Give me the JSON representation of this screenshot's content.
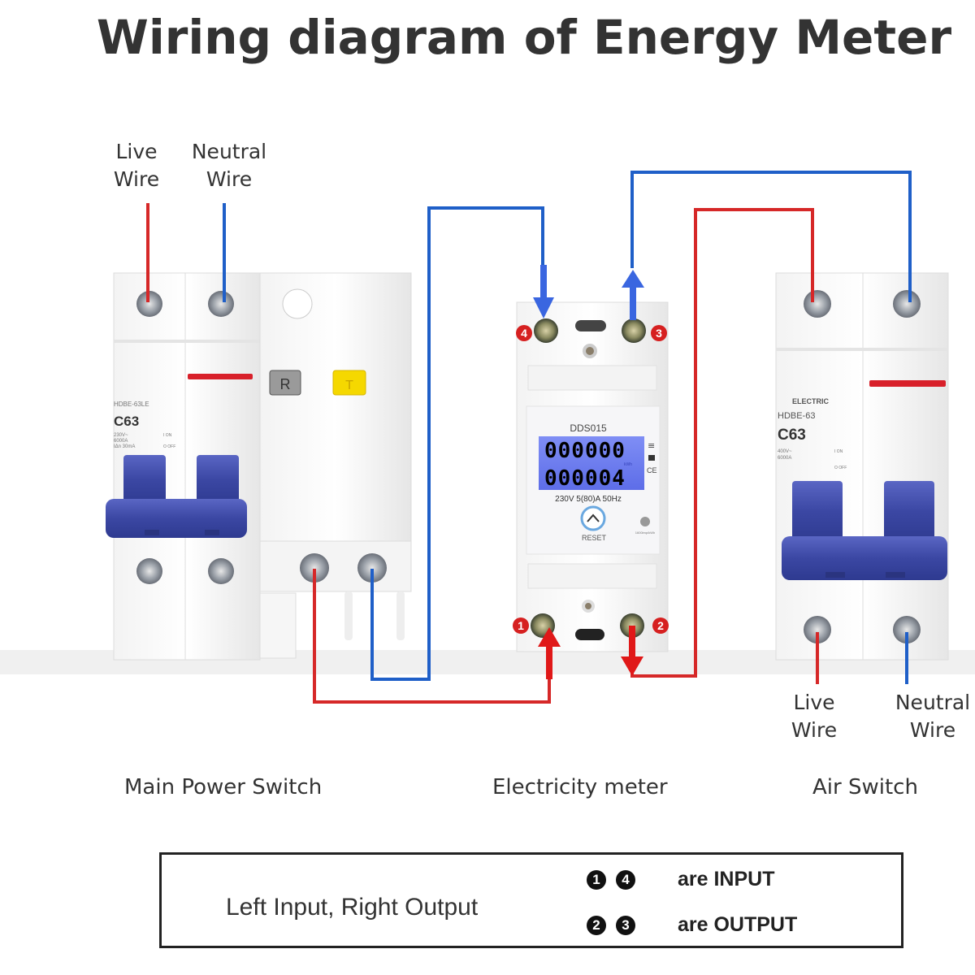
{
  "title": "Wiring diagram of Energy Meter",
  "colors": {
    "live": "#d62828",
    "neutral": "#1f5fc8",
    "handle": "#3e4aa8",
    "lcd": "#6f7ff0",
    "red_bar": "#d8202a"
  },
  "inputs": {
    "live_label_line1": "Live",
    "live_label_line2": "Wire",
    "neutral_label_line1": "Neutral",
    "neutral_label_line2": "Wire"
  },
  "outputs": {
    "live_label_line1": "Live",
    "live_label_line2": "Wire",
    "neutral_label_line1": "Neutral",
    "neutral_label_line2": "Wire"
  },
  "main_switch": {
    "label": "Main Power Switch",
    "model": "HDBE-63LE",
    "rating": "C63",
    "spec_line1": "230V~",
    "spec_line2": "6000A",
    "spec_line3": "IΔn 30mA",
    "on_off_on": "I ON",
    "on_off_off": "O OFF",
    "reset_button": "R",
    "test_button": "T"
  },
  "meter": {
    "label": "Electricity meter",
    "model": "DDS015",
    "reading_top": "000000",
    "reading_bottom": "000004",
    "unit": "kWh",
    "spec": "230V 5(80)A 50Hz",
    "reset_label": "RESET",
    "pulse": "1600imp/kWh",
    "terminals": {
      "t1": "1",
      "t2": "2",
      "t3": "3",
      "t4": "4"
    }
  },
  "air_switch": {
    "label": "Air Switch",
    "brand": "ELECTRIC",
    "model": "HDBE-63",
    "rating": "C63",
    "spec_line1": "400V~",
    "spec_line2": "6000A",
    "on_off_on": "I ON",
    "on_off_off": "O OFF"
  },
  "legend": {
    "main": "Left Input, Right Output",
    "input_nums": [
      "1",
      "4"
    ],
    "input_text": "are INPUT",
    "output_nums": [
      "2",
      "3"
    ],
    "output_text": "are OUTPUT"
  }
}
